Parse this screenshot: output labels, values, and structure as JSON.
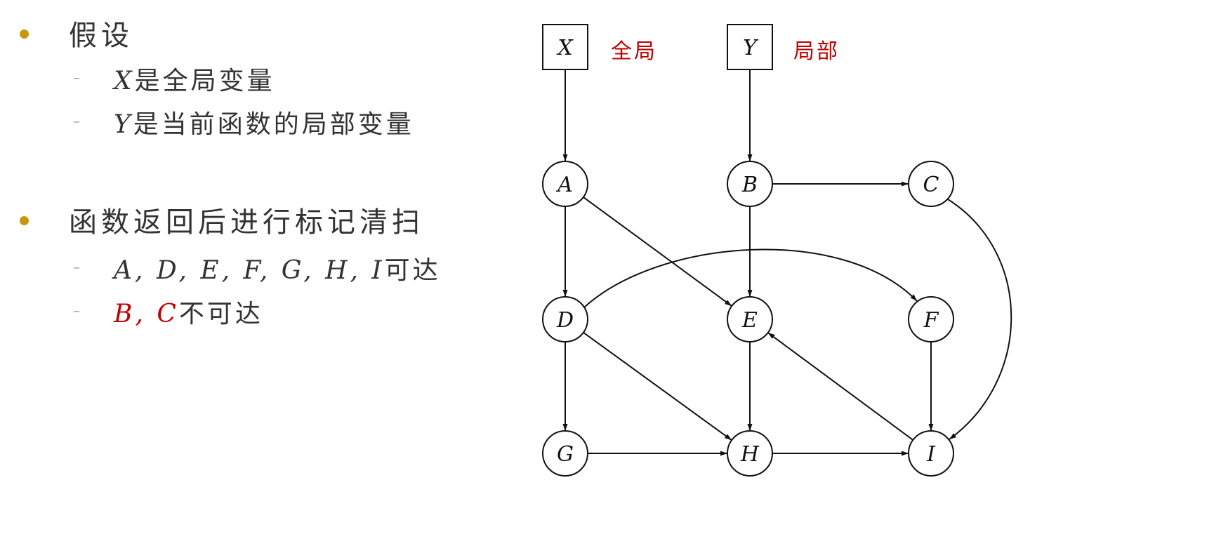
{
  "left": {
    "sections": [
      {
        "title": "假设",
        "items": [
          {
            "var": "X",
            "text": "是全局变量"
          },
          {
            "var": "Y",
            "text": "是当前函数的局部变量"
          }
        ]
      },
      {
        "title": "函数返回后进行标记清扫",
        "items": [
          {
            "var": "A, D, E, F, G, H, I",
            "text": "可达"
          },
          {
            "var": "B, C",
            "text": "不可达"
          }
        ]
      }
    ]
  },
  "diagram": {
    "roots": [
      {
        "id": "X",
        "label": "X",
        "note": "全局"
      },
      {
        "id": "Y",
        "label": "Y",
        "note": "局部"
      }
    ],
    "nodes": [
      "A",
      "B",
      "C",
      "D",
      "E",
      "F",
      "G",
      "H",
      "I"
    ],
    "edges": [
      [
        "X",
        "A"
      ],
      [
        "Y",
        "B"
      ],
      [
        "B",
        "C"
      ],
      [
        "A",
        "D"
      ],
      [
        "A",
        "E"
      ],
      [
        "B",
        "E"
      ],
      [
        "D",
        "F"
      ],
      [
        "D",
        "G"
      ],
      [
        "D",
        "H"
      ],
      [
        "E",
        "H"
      ],
      [
        "F",
        "I"
      ],
      [
        "I",
        "E"
      ],
      [
        "G",
        "H"
      ],
      [
        "H",
        "I"
      ],
      [
        "C",
        "I"
      ]
    ],
    "colors": {
      "note": "#c00000",
      "bullet": "#c8960a",
      "unreachable": "#c00000"
    }
  }
}
